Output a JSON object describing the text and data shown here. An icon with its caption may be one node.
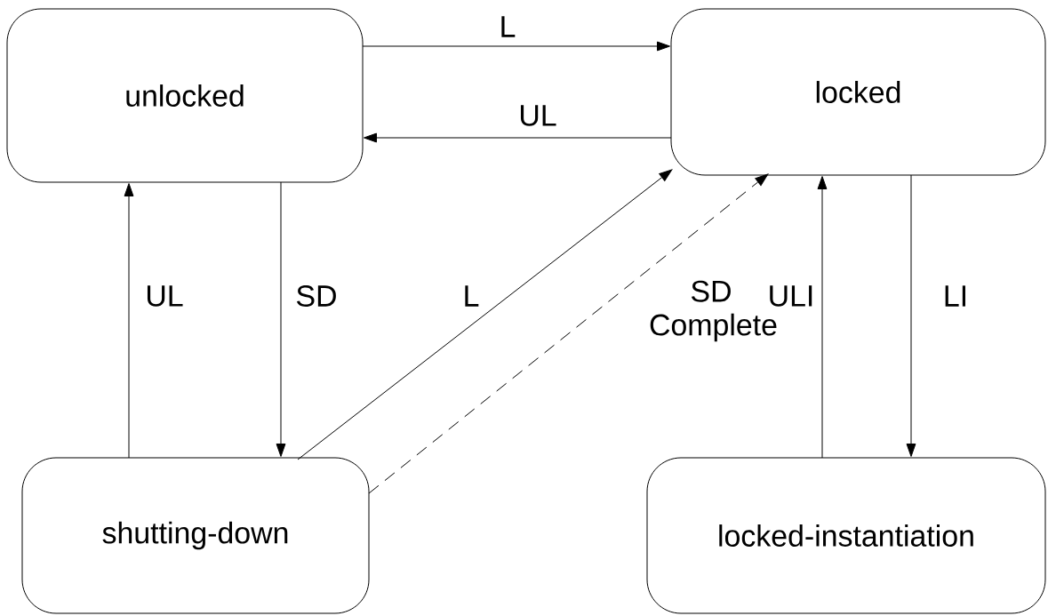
{
  "diagram": {
    "nodes": [
      {
        "text": [
          "unlocked"
        ]
      },
      {
        "text": [
          "locked"
        ]
      },
      {
        "text": [
          "shutting-down"
        ]
      },
      {
        "text": [
          "locked-instantiation"
        ]
      }
    ],
    "edges": [
      {
        "from": 0,
        "to": 1,
        "arrow": "to",
        "label": "L"
      },
      {
        "from": 1,
        "to": 0,
        "arrow": "to",
        "label": "UL"
      },
      {
        "from": 2,
        "to": 0,
        "arrow": "to",
        "label": "UL"
      },
      {
        "from": 0,
        "to": 2,
        "arrow": "to",
        "label": "SD"
      },
      {
        "from": 2,
        "to": 1,
        "arrow": "to",
        "label": "L"
      },
      {
        "from": 2,
        "to": 1,
        "arrow": "to",
        "label": "SD Complete",
        "style": "dashed"
      },
      {
        "from": 3,
        "to": 1,
        "arrow": "to",
        "label": "ULI"
      },
      {
        "from": 1,
        "to": 3,
        "arrow": "to",
        "label": "LI"
      }
    ]
  }
}
